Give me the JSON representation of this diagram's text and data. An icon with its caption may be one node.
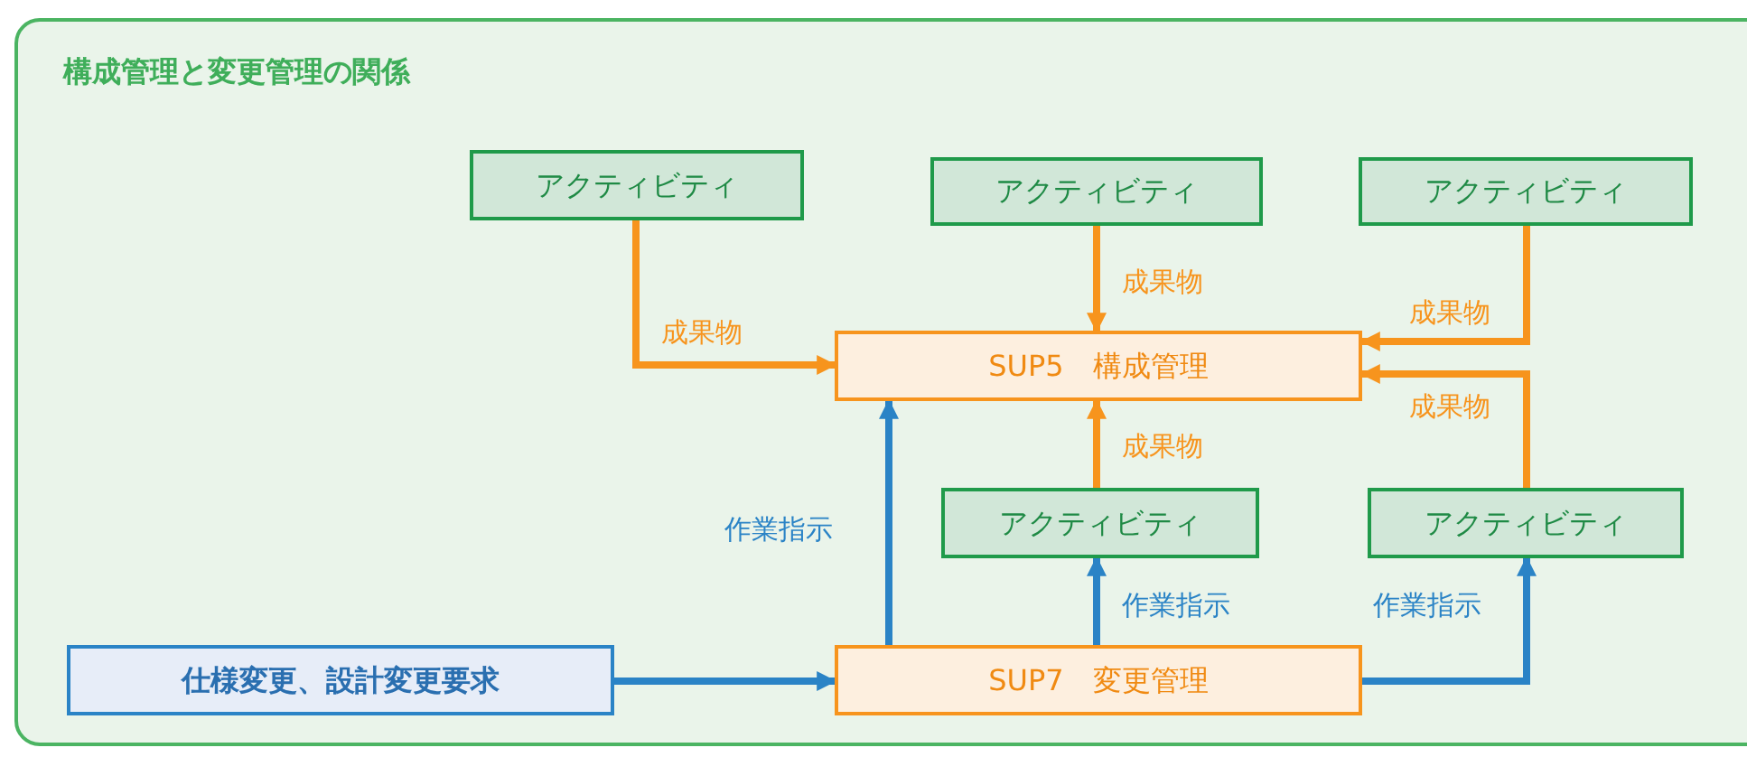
{
  "diagram": {
    "nodes": [
      {
        "text": [
          "構成管理と変更管理の関係"
        ]
      },
      {
        "text": [
          "アクティビティ"
        ],
        "in": 0
      },
      {
        "text": [
          "アクティビティ"
        ],
        "in": 0
      },
      {
        "text": [
          "アクティビティ"
        ],
        "in": 0
      },
      {
        "text": [
          "SUP5　構成管理"
        ],
        "in": 0
      },
      {
        "text": [
          "アクティビティ"
        ],
        "in": 0
      },
      {
        "text": [
          "アクティビティ"
        ],
        "in": 0
      },
      {
        "text": [
          "仕様変更、設計変更要求"
        ],
        "in": 0
      },
      {
        "text": [
          "SUP7　変更管理"
        ],
        "in": 0
      }
    ],
    "edges": [
      {
        "from": 1,
        "to": 4,
        "arrow": "to",
        "label": "成果物"
      },
      {
        "from": 2,
        "to": 4,
        "arrow": "to",
        "label": "成果物"
      },
      {
        "from": 3,
        "to": 4,
        "arrow": "to",
        "label": "成果物"
      },
      {
        "from": 6,
        "to": 4,
        "arrow": "to",
        "label": "成果物"
      },
      {
        "from": 5,
        "to": 4,
        "arrow": "to",
        "label": "成果物"
      },
      {
        "from": 8,
        "to": 4,
        "arrow": "to",
        "label": "作業指示",
        "color": "#2a83c6"
      },
      {
        "from": 8,
        "to": 5,
        "arrow": "to",
        "label": "作業指示",
        "color": "#2a83c6"
      },
      {
        "from": 8,
        "to": 6,
        "arrow": "to",
        "label": "作業指示",
        "color": "#2a83c6"
      },
      {
        "from": 7,
        "to": 8,
        "arrow": "to",
        "color": "#2a83c6"
      }
    ]
  }
}
